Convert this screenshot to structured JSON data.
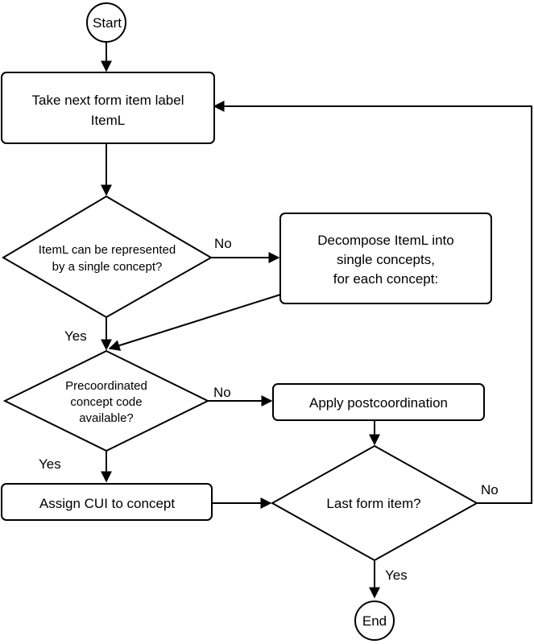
{
  "nodes": {
    "start": {
      "text": "Start"
    },
    "take_next": {
      "line1": "Take next form item label",
      "line2": "ItemL"
    },
    "single_concept": {
      "line1": "ItemL can be represented",
      "line2": "by a single concept?"
    },
    "decompose": {
      "line1": "Decompose ItemL into",
      "line2": "single concepts,",
      "line3": "for each concept:"
    },
    "precoordinated": {
      "line1": "Precoordinated",
      "line2": "concept code",
      "line3": "available?"
    },
    "postcoordination": {
      "text": "Apply postcoordination"
    },
    "assign_cui": {
      "text": "Assign CUI to concept"
    },
    "last_item": {
      "text": "Last form item?"
    },
    "end": {
      "text": "End"
    }
  },
  "edge_labels": {
    "single_no": "No",
    "single_yes": "Yes",
    "precoord_no": "No",
    "precoord_yes": "Yes",
    "last_no": "No",
    "last_yes": "Yes"
  }
}
